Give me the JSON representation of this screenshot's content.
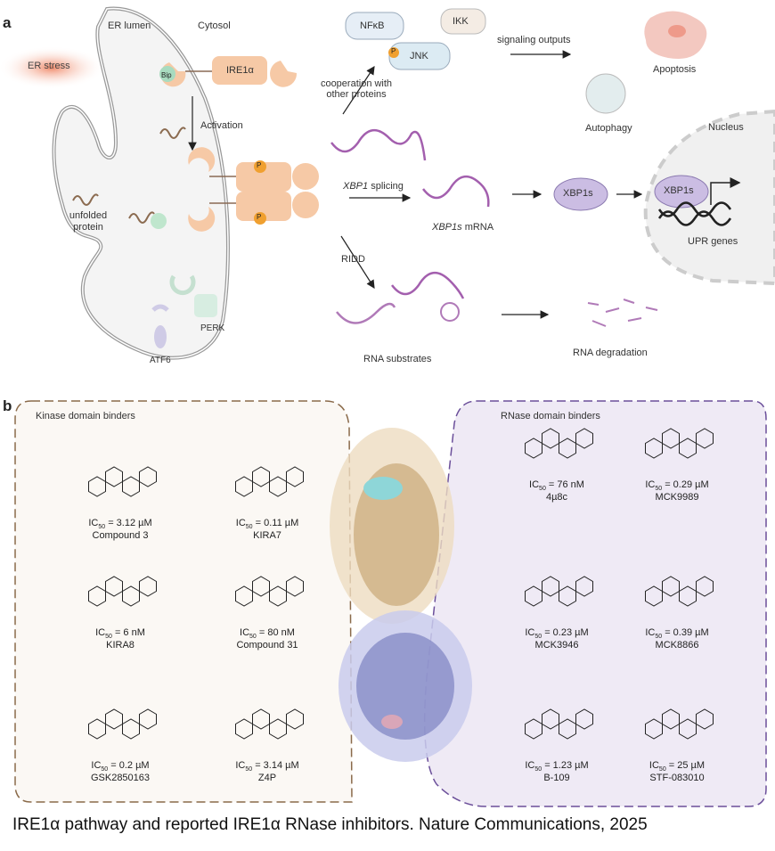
{
  "panel_a": {
    "letter": "a",
    "er_lumen": "ER lumen",
    "cytosol": "Cytosol",
    "er_stress": "ER stress",
    "bip": "Bip",
    "ire1a": "IRE1α",
    "activation": "Activation",
    "unfolded_protein": [
      "unfolded",
      "protein"
    ],
    "perk": "PERK",
    "atf6": "ATF6",
    "phospho": "P",
    "nfkb": "NFκB",
    "ikk": "IKK",
    "jnk": "JNK",
    "cooperation": [
      "cooperation with",
      "other proteins"
    ],
    "signaling_outputs": "signaling outputs",
    "apoptosis": "Apoptosis",
    "autophagy": "Autophagy",
    "nucleus": "Nucleus",
    "xbp1_splicing_italic": "XBP1",
    "xbp1_splicing_rest": " splicing",
    "xbp1s_mrna_italic": "XBP1s",
    "xbp1s_mrna_rest": " mRNA",
    "xbp1s": "XBP1s",
    "upr_genes": "UPR genes",
    "ridd": "RIDD",
    "rna_substrates": "RNA substrates",
    "rna_degradation": "RNA degradation"
  },
  "panel_b": {
    "letter": "b",
    "kinase_title": "Kinase domain binders",
    "rnase_title": "RNase domain binders",
    "ic_prefix": "IC",
    "ic_sub": "50",
    "kinase_compounds": [
      {
        "name": "Compound 3",
        "ic50": " = 3.12 µM"
      },
      {
        "name": "KIRA7",
        "ic50": " = 0.11 µM"
      },
      {
        "name": "KIRA8",
        "ic50": " = 6 nM"
      },
      {
        "name": "Compound 31",
        "ic50": " = 80 nM"
      },
      {
        "name": "GSK2850163",
        "ic50": " = 0.2 µM"
      },
      {
        "name": "Z4P",
        "ic50": " = 3.14 µM"
      }
    ],
    "rnase_compounds": [
      {
        "name": "4µ8c",
        "ic50": " = 76 nM"
      },
      {
        "name": "MCK9989",
        "ic50": " = 0.29 µM"
      },
      {
        "name": "MCK3946",
        "ic50": " = 0.23 µM"
      },
      {
        "name": "MCK8866",
        "ic50": " = 0.39 µM"
      },
      {
        "name": "B-109",
        "ic50": " = 1.23 µM"
      },
      {
        "name": "STF-083010",
        "ic50": " = 25 µM"
      }
    ],
    "colors": {
      "kinase_border": "#8a6a4a",
      "kinase_fill": "#fbf8f4",
      "rnase_border": "#6b4f9a",
      "rnase_fill": "#efeaf5",
      "kinase_domain": "#d9b98a",
      "rnase_domain": "#8a8fc8"
    }
  },
  "caption": "IRE1α pathway and reported IRE1α RNase inhibitors. Nature Communications, 2025"
}
